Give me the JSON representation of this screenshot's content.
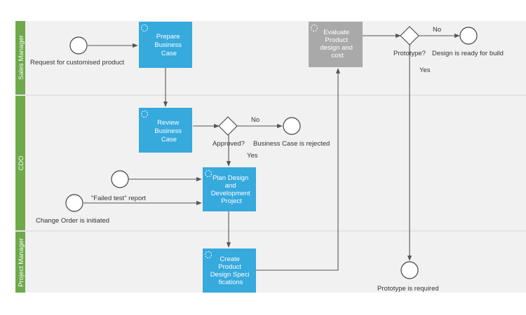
{
  "lanes": {
    "sales": "Sales Manager",
    "cdo": "CDO",
    "pm": "Project Manager"
  },
  "tasks": {
    "prepare": [
      "Prepare",
      "Business",
      "Case"
    ],
    "review": [
      "Review",
      "Business",
      "Case"
    ],
    "plan": [
      "Plan Design",
      "and",
      "Development",
      "Project"
    ],
    "create": [
      "Create",
      "Product",
      "Design Speci",
      "fications"
    ],
    "evaluate": [
      "Evaluate",
      "Product",
      "design and",
      "cost"
    ]
  },
  "events": {
    "request": "Request for customised product",
    "rejected": "Business Case is rejected",
    "change_order": "Change Order is initiated",
    "failed_test": "\"Failed test\" report",
    "ready": "Design is ready for build",
    "prototype_required": "Prototype is required"
  },
  "gateways": {
    "approved": "Approved?",
    "prototype": "Prototype?"
  },
  "flow_labels": {
    "approved_no": "No",
    "approved_yes": "Yes",
    "prototype_no": "No",
    "prototype_yes": "Yes"
  },
  "colors": {
    "task": "#36a9dd",
    "task_completed": "#a9a9a9",
    "lane_bar": "#6ea94a",
    "lane_background": "#f1f1f1"
  },
  "icons": {
    "task_marker": "loop-icon"
  }
}
